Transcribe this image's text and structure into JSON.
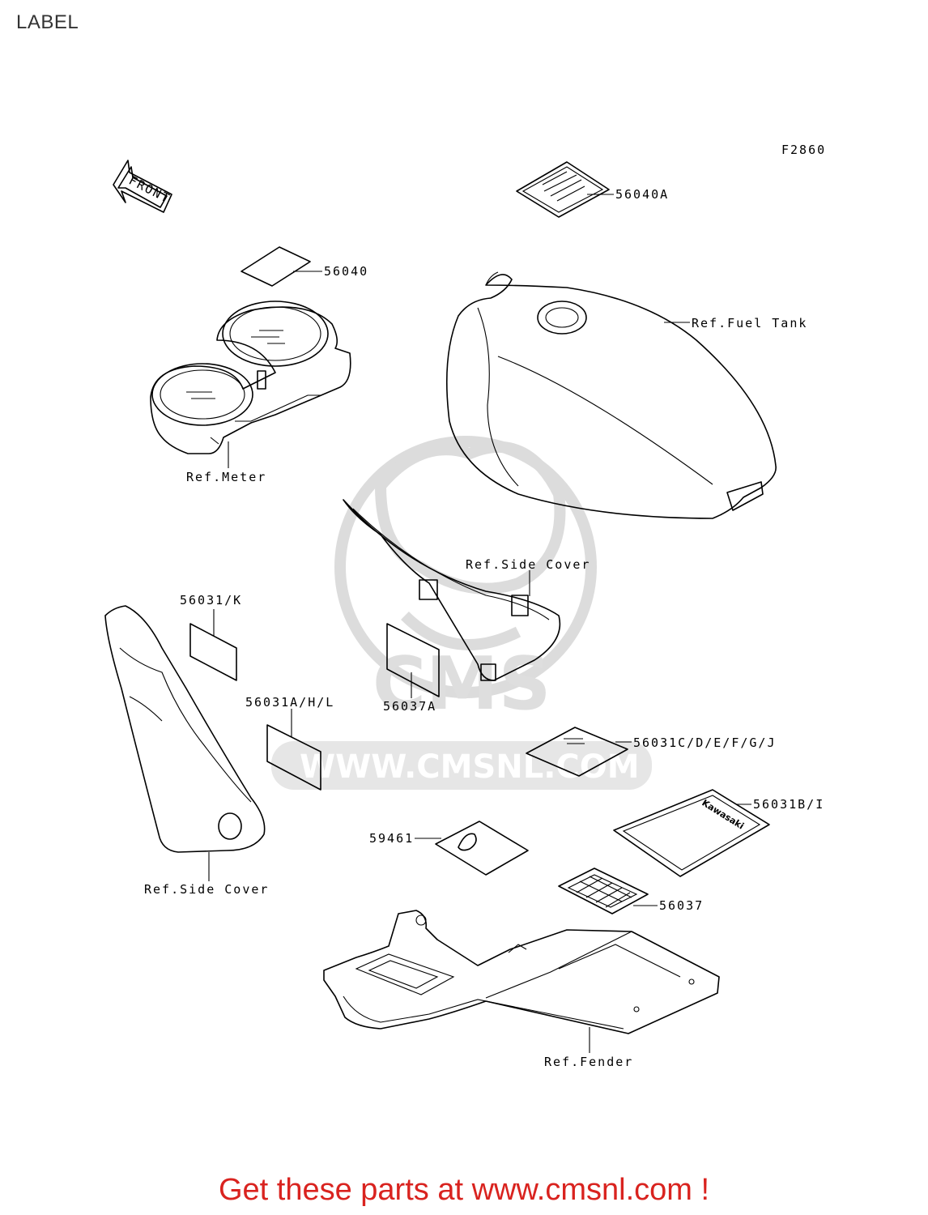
{
  "header": {
    "title": "LABEL"
  },
  "diagram": {
    "figure_code": "F2860",
    "front_arrow": "FRONT",
    "watermark": {
      "brand": "CMS",
      "url": "WWW.CMSNL.COM"
    },
    "callouts": {
      "p56040A": "56040A",
      "p56040": "56040",
      "ref_fuel_tank": "Ref.Fuel Tank",
      "ref_meter": "Ref.Meter",
      "ref_side_cover_top": "Ref.Side Cover",
      "p56031K": "56031/K",
      "p56031AHL": "56031A/H/L",
      "p56037A": "56037A",
      "p56031CDEFGJ": "56031C/D/E/F/G/J",
      "p56031BI": "56031B/I",
      "p59461": "59461",
      "p56037": "56037",
      "ref_side_cover_bottom": "Ref.Side Cover",
      "ref_fender": "Ref.Fender"
    },
    "decal_brand": "Kawasaki"
  },
  "footer": {
    "text": "Get these parts at www.cmsnl.com !"
  }
}
